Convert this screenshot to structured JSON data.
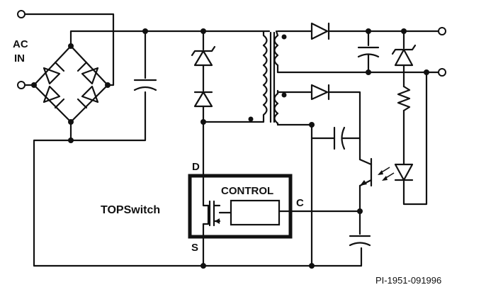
{
  "labels": {
    "ac_in_line1": "AC",
    "ac_in_line2": "IN",
    "topswitch": "TOPSwitch",
    "control": "CONTROL",
    "pin_d": "D",
    "pin_c": "C",
    "pin_s": "S",
    "part_code": "PI-1951-091996"
  }
}
